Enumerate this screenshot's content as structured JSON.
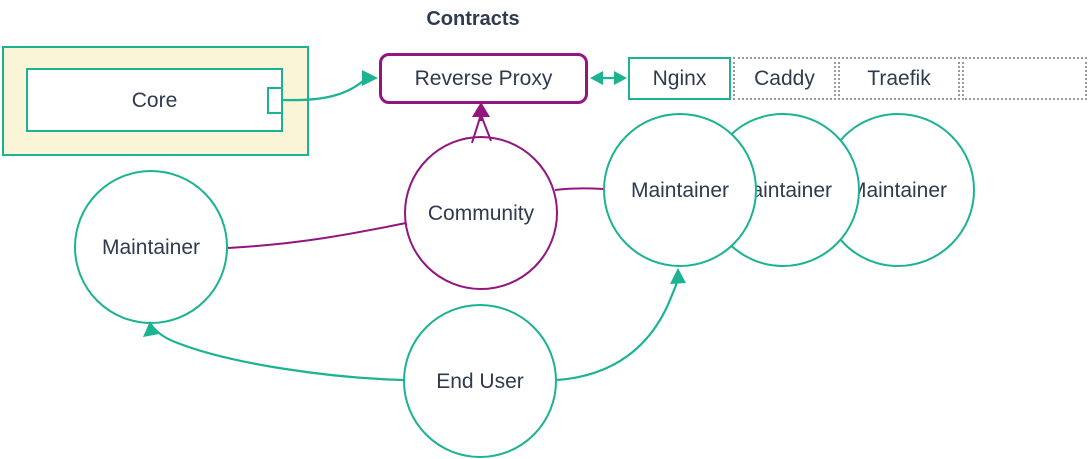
{
  "title": "Contracts",
  "colors": {
    "teal": "#1cb392",
    "purple": "#921580",
    "text": "#2e3a4d",
    "core_fill": "#faf5d7",
    "dotted_border": "#9a9a9a"
  },
  "nodes": {
    "core": {
      "label": "Core"
    },
    "reverse_proxy": {
      "label": "Reverse Proxy"
    },
    "proxies": [
      {
        "label": "Nginx",
        "border": "solid-teal"
      },
      {
        "label": "Caddy",
        "border": "dotted"
      },
      {
        "label": "Traefik",
        "border": "dotted"
      },
      {
        "label": "",
        "border": "dotted"
      }
    ],
    "community": {
      "label": "Community"
    },
    "maintainer_left": {
      "label": "Maintainer"
    },
    "maintainers_right": [
      {
        "label": "Maintainer"
      },
      {
        "label": "Maintainer"
      },
      {
        "label": "Maintainer"
      }
    ],
    "end_user": {
      "label": "End User"
    }
  },
  "edges": [
    {
      "from": "Core",
      "to": "Reverse Proxy",
      "style": "arrow",
      "color": "teal"
    },
    {
      "from": "Reverse Proxy",
      "to": "Nginx",
      "style": "double-arrow",
      "color": "teal"
    },
    {
      "from": "Community",
      "to": "Reverse Proxy",
      "style": "arrow",
      "color": "purple"
    },
    {
      "from": "Community",
      "to": "Maintainer (left)",
      "style": "line",
      "color": "purple"
    },
    {
      "from": "Community",
      "to": "Maintainer (right)",
      "style": "line",
      "color": "purple"
    },
    {
      "from": "End User",
      "to": "Maintainer (left)",
      "style": "arrow",
      "color": "teal"
    },
    {
      "from": "End User",
      "to": "Maintainer (right)",
      "style": "arrow",
      "color": "teal"
    }
  ]
}
